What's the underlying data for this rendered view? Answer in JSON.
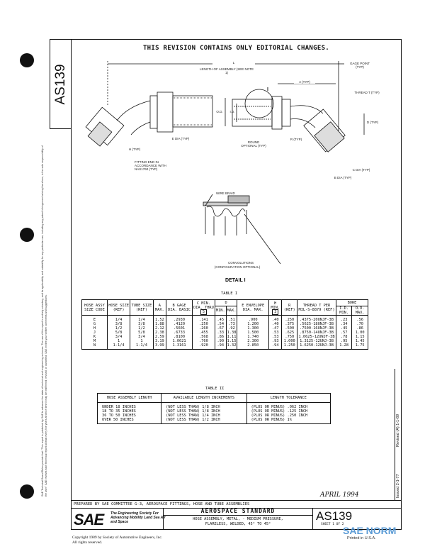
{
  "header": {
    "doc_tab": "AS139",
    "revision_note": "THIS REVISION CONTAINS ONLY EDITORIAL CHANGES."
  },
  "disclaimer": "SAE Technical Board Rules provide that: \"This report is published by SAE to advance the state of technical and engineering sciences. The use of this report is entirely voluntary, and its applicability and suitability for any particular use, including any patent infringement arising therefrom, is the sole responsibility of the user.\" SAE reviews each technical report at least every five years at which time it may be reaffirmed, revised, or cancelled. SAE invites your written comments and suggestions.",
  "drawing_labels": {
    "length": "L",
    "length_desc": "LENGTH OF ASSEMBLY (SEE NOTE 1)",
    "gage_point": "GAGE POINT (TYP)",
    "a_typ": "A (TYP)",
    "thread_t": "THREAD T (TYP)",
    "od": "O.D.",
    "id": "I.D.",
    "detail_ref": "I",
    "d_typ": "D (TYP)",
    "e_dia": "E DIA (TYP)",
    "h_typ": "H (TYP)",
    "fitting_end": "FITTING END IN ACCORDANCE WITH NAS1760 (TYP)",
    "round_optional": "ROUND OPTIONAL (TYP)",
    "r_typ": "R (TYP)",
    "c_dia": "C DIA (TYP)",
    "b_dia": "B DIA (TYP)",
    "wire_braid": "WIRE BRAID",
    "convolutions": "CONVOLUTIONS",
    "config_optional": "(CONFIGURATION OPTIONAL)",
    "detail_title": "DETAIL I"
  },
  "table1": {
    "title": "TABLE I",
    "headers": {
      "code": "HOSE ASSY SIZE CODE",
      "hose": "HOSE SIZE (REF)",
      "tube": "TUBE SIZE (REF)",
      "a": "A MAX.",
      "b": "B GAGE DIA. BASIC",
      "c": "C MIN. DIA. THRU",
      "c_note": "5",
      "d": "D",
      "d_min": "MIN.",
      "d_max": "MAX.",
      "e": "E ENVELOPE DIA. MAX.",
      "h": "H MIN.",
      "h_note": "3",
      "r": "R (REF)",
      "t": "THREAD T PER MIL-S-8879 (REF)",
      "bore": "BORE",
      "bore_id": "I.D. MIN.",
      "bore_od": "O.D. MAX."
    },
    "rows": [
      [
        "E",
        "1/4",
        "1/4",
        "1.52",
        ".2930",
        ".141",
        ".45",
        ".51",
        ".900",
        ".40",
        ".250",
        ".4375-20UNJF-3B",
        ".23",
        ".56"
      ],
      [
        "G",
        "3/8",
        "3/8",
        "1.88",
        ".4120",
        ".250",
        ".54",
        ".73",
        "1.200",
        ".40",
        ".375",
        ".5625-18UNJF-3B",
        ".34",
        ".70"
      ],
      [
        "H",
        "1/2",
        "1/2",
        "2.12",
        ".5601",
        ".260",
        ".67",
        ".92",
        "1.300",
        ".47",
        ".500",
        ".7500-16UNJF-3B",
        ".45",
        ".86"
      ],
      [
        "J",
        "5/8",
        "5/8",
        "2.38",
        ".6733",
        ".455",
        ".33",
        "1.38",
        "1.500",
        ".53",
        ".625",
        ".8750-14UNJF-3B",
        ".57",
        "1.00"
      ],
      [
        "K",
        "3/4",
        "3/4",
        "2.59",
        ".8100",
        ".568",
        ".86",
        "1.11",
        "1.740",
        ".53",
        ".750",
        "1.0625-12UNJF-3B",
        ".78",
        "1.15"
      ],
      [
        "M",
        "1",
        "1",
        "3.19",
        "1.0621",
        ".760",
        ".90",
        "1.15",
        "2.300",
        ".93",
        "1.000",
        "1.3125-12UNJ-3B",
        ".95",
        "1.45"
      ],
      [
        "N",
        "1-1/4",
        "1-1/4",
        "3.99",
        "1.3161",
        ".920",
        ".94",
        "1.32",
        "2.850",
        ".94",
        "1.250",
        "1.6250-12UNJ-3B",
        "1.28",
        "1.75"
      ]
    ]
  },
  "table2": {
    "title": "TABLE II",
    "headers": [
      "HOSE ASSEMBLY LENGTH",
      "AVAILABLE LENGTH INCREMENTS",
      "LENGTH TOLERANCE"
    ],
    "rows": [
      [
        "UNDER 18 INCHES",
        "(NOT LESS THAN) 1/8 INCH",
        "(PLUS OR MINUS) .062 INCH"
      ],
      [
        "18 TO 35 INCHES",
        "(NOT LESS THAN) 1/8 INCH",
        "(PLUS OR MINUS) .125 INCH"
      ],
      [
        "36 TO 50 INCHES",
        "(NOT LESS THAN) 1/4 INCH",
        "(PLUS OR MINUS) .250 INCH"
      ],
      [
        "OVER 50 INCHES",
        "(NOT LESS THAN) 1/2 INCH",
        "(PLUS OR MINUS) 1%"
      ]
    ]
  },
  "revision": {
    "issued": "Issued 2-1-77",
    "revised": "Revised (A) 1-1-89"
  },
  "signature": "APRIL 1994",
  "title_block": {
    "prepared_by": "PREPARED BY SAE COMMITTEE G-3, AEROSPACE FITTINGS, HOSE AND TUBE ASSEMBLIES",
    "logo_text": "SAE",
    "logo_tagline": "The Engineering Society For Advancing Mobility Land Sea Air and Space",
    "standard_type": "AEROSPACE STANDARD",
    "description_line1": "HOSE ASSEMBLY, METAL, - MEDIUM PRESSURE,",
    "description_line2": "FLARELESS, WELDED, 45° TO 45°",
    "doc_number": "AS139",
    "sheet": "SHEET 1 OF 2"
  },
  "footer": {
    "copyright": "Copyright 1989 by Society of Automotive Engineers, Inc.",
    "rights": "All rights reserved.",
    "printed": "Printed in U.S.A.",
    "watermark": "SAE NORM"
  },
  "colors": {
    "ink": "#111111",
    "watermark": "#5b9bd5"
  }
}
